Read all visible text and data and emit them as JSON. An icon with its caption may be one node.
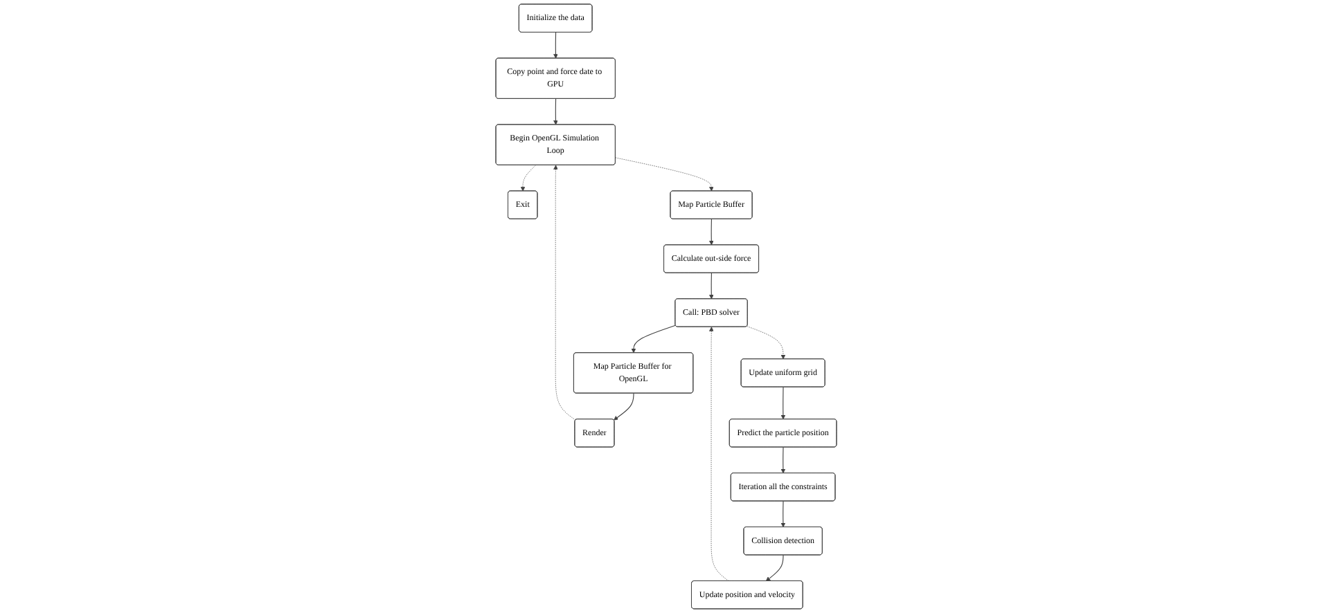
{
  "diagram": {
    "nodes": [
      {
        "text": [
          "Initialize the data"
        ]
      },
      {
        "text": [
          "Copy point and force date to GPU"
        ]
      },
      {
        "text": [
          "Begin OpenGL Simulation Loop"
        ]
      },
      {
        "text": [
          "Exit"
        ]
      },
      {
        "text": [
          "Map Particle Buffer"
        ]
      },
      {
        "text": [
          "Calculate out-side force"
        ]
      },
      {
        "text": [
          "Call: PBD solver"
        ]
      },
      {
        "text": [
          "Map Particle Buffer for OpenGL"
        ]
      },
      {
        "text": [
          "Render"
        ]
      },
      {
        "text": [
          "Update uniform grid"
        ]
      },
      {
        "text": [
          "Predict the particle position"
        ]
      },
      {
        "text": [
          "Iteration all the constraints"
        ]
      },
      {
        "text": [
          "Collision detection"
        ]
      },
      {
        "text": [
          "Update position and velocity"
        ]
      }
    ],
    "edges": [
      {
        "from": 0,
        "to": 1,
        "arrow": "to"
      },
      {
        "from": 1,
        "to": 2,
        "arrow": "to"
      },
      {
        "from": 2,
        "to": 3,
        "arrow": "to",
        "style": "dashed"
      },
      {
        "from": 2,
        "to": 4,
        "arrow": "to",
        "style": "dashed"
      },
      {
        "from": 4,
        "to": 5,
        "arrow": "to"
      },
      {
        "from": 5,
        "to": 6,
        "arrow": "to"
      },
      {
        "from": 6,
        "to": 7,
        "arrow": "to"
      },
      {
        "from": 7,
        "to": 8,
        "arrow": "to"
      },
      {
        "from": 8,
        "to": 2,
        "arrow": "to",
        "style": "dashed"
      },
      {
        "from": 6,
        "to": 9,
        "arrow": "to",
        "style": "dashed"
      },
      {
        "from": 9,
        "to": 10,
        "arrow": "to"
      },
      {
        "from": 10,
        "to": 11,
        "arrow": "to"
      },
      {
        "from": 11,
        "to": 12,
        "arrow": "to"
      },
      {
        "from": 12,
        "to": 13,
        "arrow": "to"
      },
      {
        "from": 13,
        "to": 6,
        "arrow": "to",
        "style": "dashed"
      }
    ]
  }
}
